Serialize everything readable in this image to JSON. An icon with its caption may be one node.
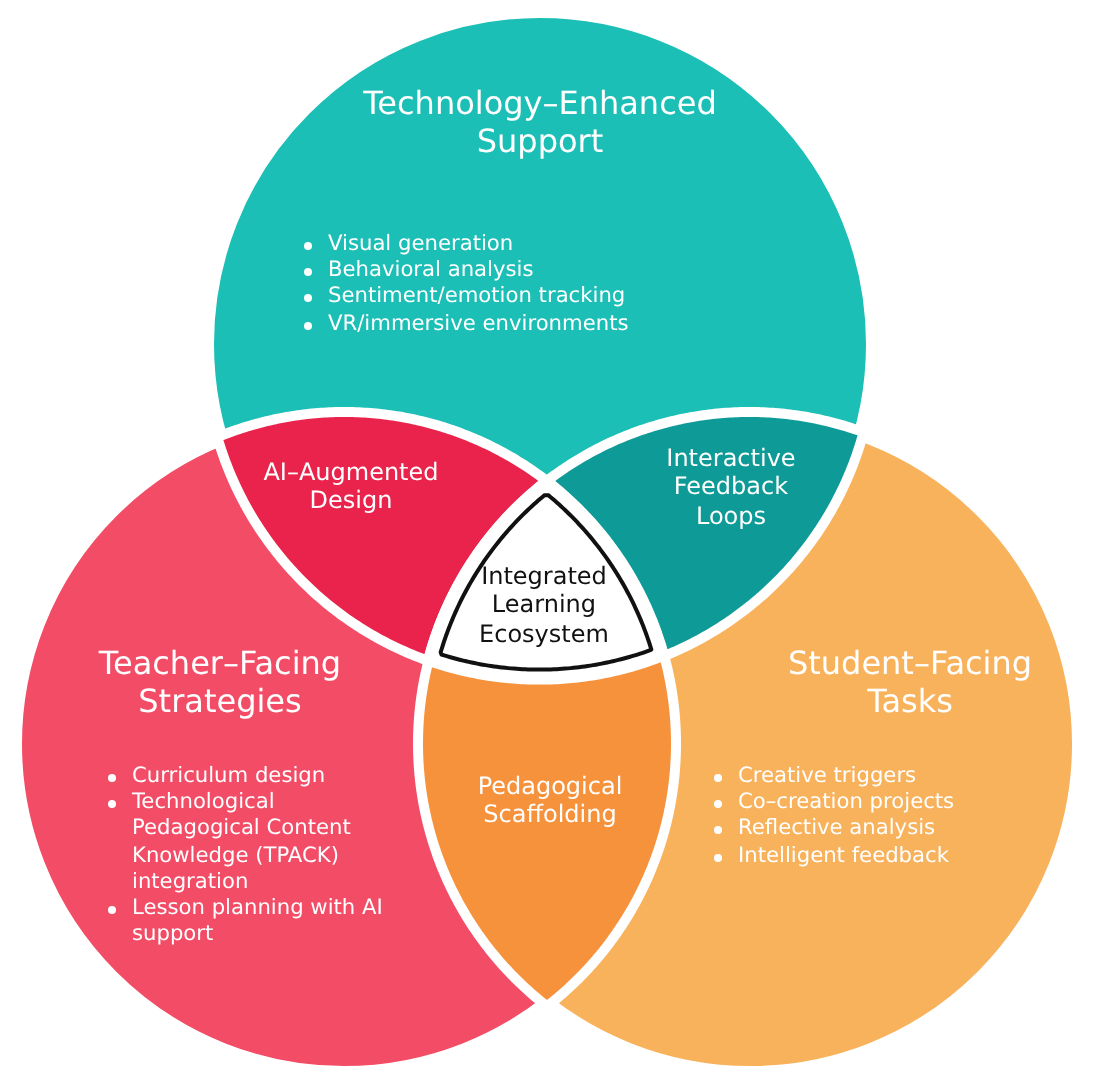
{
  "diagram": {
    "nodes": [
      {
        "text": [
          "Technology–Enhanced Support",
          "Visual generation",
          "Behavioral analysis",
          "Sentiment/emotion tracking",
          "VR/immersive environments"
        ]
      },
      {
        "text": [
          "Teacher–Facing Strategies",
          "Curriculum design",
          "Technological Pedagogical Content Knowledge (TPACK) integration",
          "Lesson planning with AI support"
        ]
      },
      {
        "text": [
          "Student–Facing Tasks",
          "Creative triggers",
          "Co–creation projects",
          "Reflective analysis",
          "Intelligent feedback"
        ]
      },
      {
        "text": [
          "AI–Augmented Design"
        ]
      },
      {
        "text": [
          "Interactive Feedback Loops"
        ]
      },
      {
        "text": [
          "Pedagogical Scaffolding"
        ]
      },
      {
        "text": [
          "Integrated Learning Ecosystem"
        ]
      }
    ]
  }
}
